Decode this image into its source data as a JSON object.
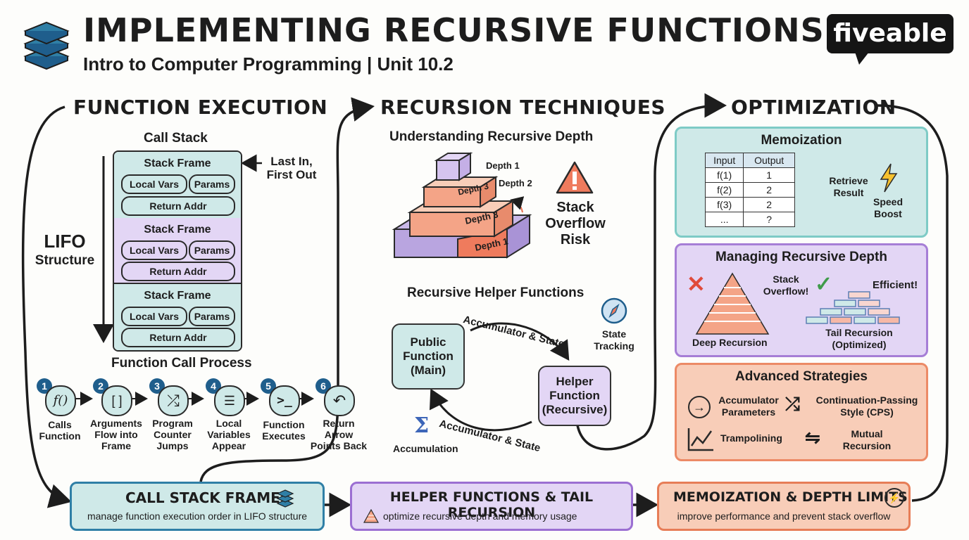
{
  "header": {
    "title": "IMPLEMENTING RECURSIVE FUNCTIONS",
    "subtitle": "Intro to Computer Programming | Unit 10.2",
    "logo": "fiveable",
    "logo_icon": "stack-layers-icon"
  },
  "function_execution": {
    "heading": "FUNCTION EXECUTION",
    "call_stack_label": "Call Stack",
    "lifo_label": "LIFO",
    "lifo_sub": "Structure",
    "lifo_note_line1": "Last In,",
    "lifo_note_line2": "First Out",
    "frames": [
      {
        "label": "Stack Frame",
        "local": "Local Vars",
        "params": "Params",
        "ret": "Return Addr",
        "color": "#cfe9e8"
      },
      {
        "label": "Stack Frame",
        "local": "Local Vars",
        "params": "Params",
        "ret": "Return Addr",
        "color": "#e3d6f5"
      },
      {
        "label": "Stack Frame",
        "local": "Local Vars",
        "params": "Params",
        "ret": "Return Addr",
        "color": "#cfe9e8"
      }
    ],
    "process_label": "Function Call Process",
    "steps": [
      {
        "num": "1",
        "icon": "fx-icon",
        "glyph": "f()",
        "line1": "Calls",
        "line2": "Function",
        "line3": ""
      },
      {
        "num": "2",
        "icon": "arguments-icon",
        "glyph": "[ ]",
        "line1": "Arguments",
        "line2": "Flow into",
        "line3": "Frame"
      },
      {
        "num": "3",
        "icon": "shuffle-icon",
        "glyph": "⤮",
        "line1": "Program",
        "line2": "Counter",
        "line3": "Jumps"
      },
      {
        "num": "4",
        "icon": "list-icon",
        "glyph": "☰",
        "line1": "Local",
        "line2": "Variables",
        "line3": "Appear"
      },
      {
        "num": "5",
        "icon": "terminal-icon",
        "glyph": ">_",
        "line1": "Function",
        "line2": "Executes",
        "line3": ""
      },
      {
        "num": "6",
        "icon": "return-arrow-icon",
        "glyph": "↶",
        "line1": "Return",
        "line2": "Arrow",
        "line3": "Points Back"
      }
    ]
  },
  "recursion_techniques": {
    "heading": "RECURSION TECHNIQUES",
    "depth_title": "Understanding Recursive Depth",
    "depth_labels": [
      "Depth 1",
      "Depth 2",
      "Depth 3",
      "Depth 3",
      "Depth 1"
    ],
    "overflow_line1": "Stack",
    "overflow_line2": "Overflow",
    "overflow_line3": "Risk",
    "helper_title": "Recursive Helper Functions",
    "public_line1": "Public",
    "public_line2": "Function",
    "public_line3": "(Main)",
    "helper_line1": "Helper",
    "helper_line2": "Function",
    "helper_line3": "(Recursive)",
    "accumulator_top": "Accumulator & State",
    "accumulator_bottom": "Accumulator & State",
    "state_line1": "State",
    "state_line2": "Tracking",
    "accumulation": "Accumulation"
  },
  "optimization": {
    "heading": "OPTIMIZATION",
    "memo_title": "Memoization",
    "table_headers": [
      "Input",
      "Output"
    ],
    "table_rows": [
      [
        "f(1)",
        "1"
      ],
      [
        "f(2)",
        "2"
      ],
      [
        "f(3)",
        "2"
      ],
      [
        "...",
        "?"
      ]
    ],
    "retrieve_line1": "Retrieve",
    "retrieve_line2": "Result",
    "speed_line1": "Speed",
    "speed_line2": "Boost",
    "depth_title": "Managing Recursive Depth",
    "stack_overflow_line1": "Stack",
    "stack_overflow_line2": "Overflow!",
    "efficient": "Efficient!",
    "deep_recursion": "Deep Recursion",
    "tail_line1": "Tail Recursion",
    "tail_line2": "(Optimized)",
    "strategies_title": "Advanced Strategies",
    "acc_line1": "Accumulator",
    "acc_line2": "Parameters",
    "cps_line1": "Continuation-Passing",
    "cps_line2": "Style (CPS)",
    "trampolining": "Trampolining",
    "mutual_line1": "Mutual",
    "mutual_line2": "Recursion"
  },
  "bottom": [
    {
      "title": "CALL STACK FRAMES",
      "desc": "manage function execution order in LIFO structure",
      "icon": "stack-layers-icon"
    },
    {
      "title": "HELPER FUNCTIONS & TAIL RECURSION",
      "desc": "optimize recursive depth and memory usage",
      "icon": "pyramid-icon"
    },
    {
      "title": "MEMOIZATION & DEPTH LIMITS",
      "desc": "improve performance and prevent stack overflow",
      "icon": "lightning-refresh-icon"
    }
  ],
  "colors": {
    "teal": "#cfe9e8",
    "purple": "#e3d6f5",
    "salmon": "#f8cdb8",
    "blue_border": "#2f7fa6",
    "purple_border": "#9b6fd2",
    "orange_border": "#e77d57"
  }
}
